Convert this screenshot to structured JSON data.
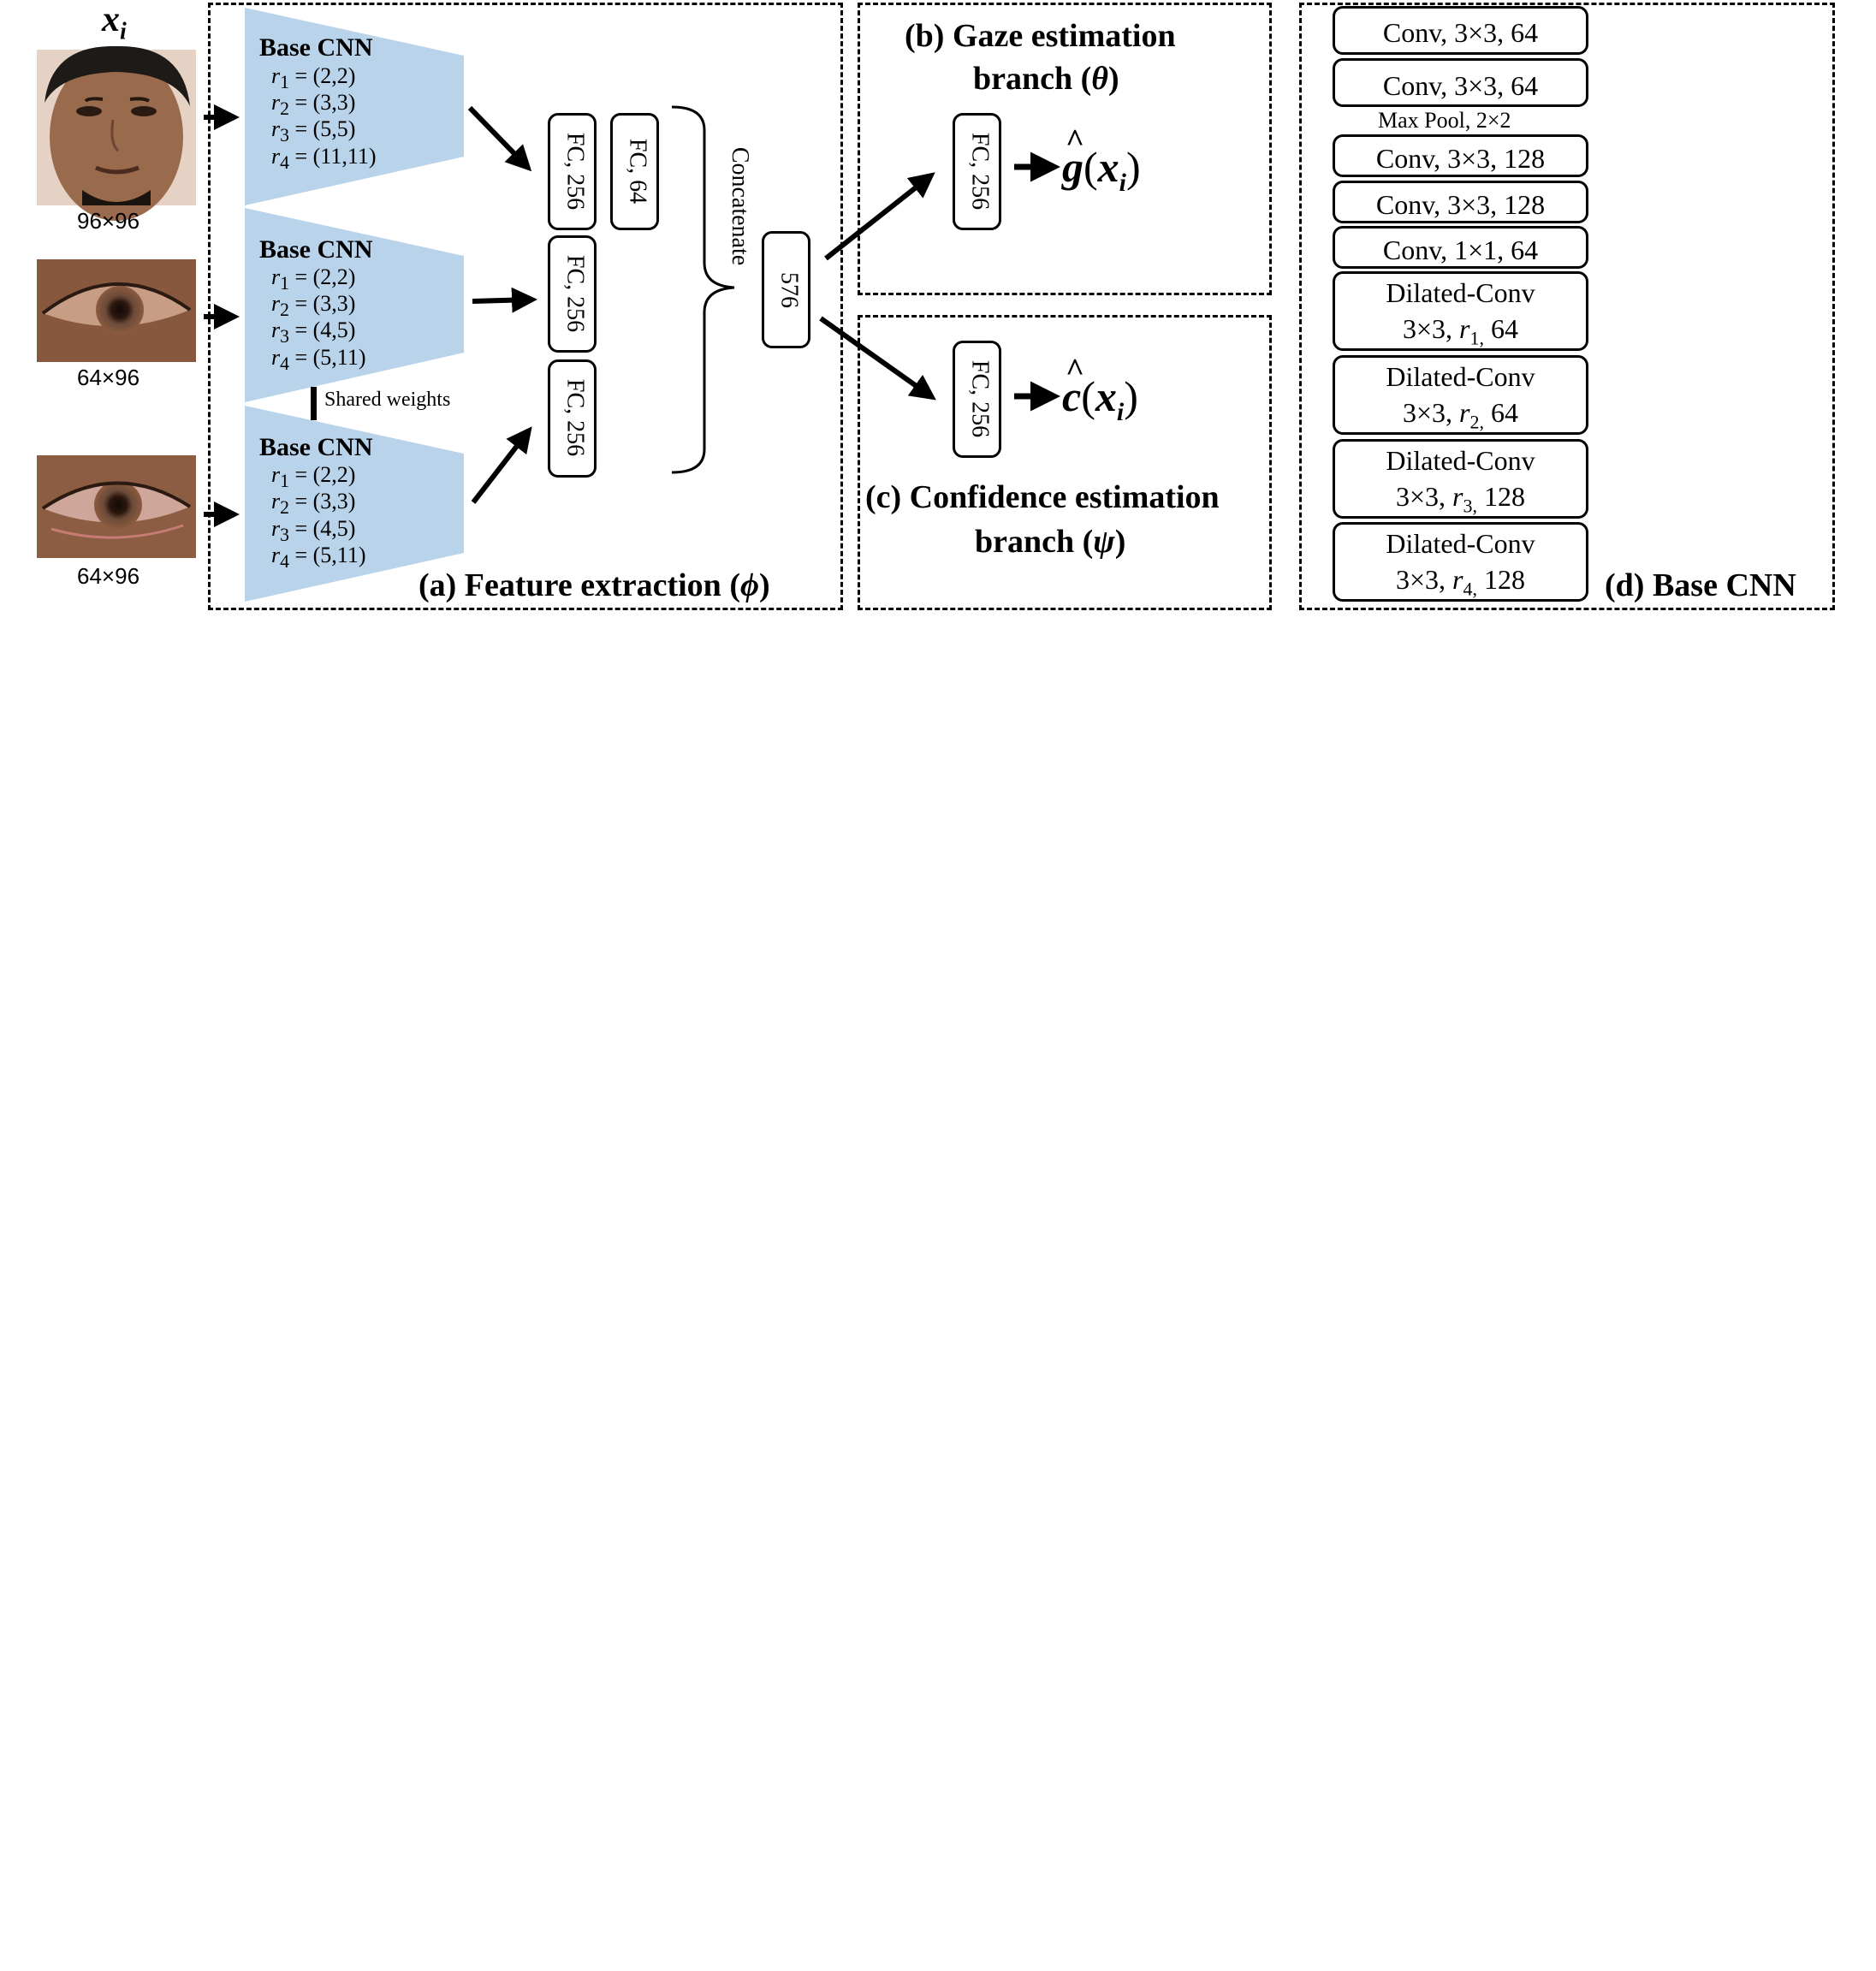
{
  "input": {
    "symbol": "x",
    "subscript": "i",
    "face_size": "96×96",
    "eye1_size": "64×96",
    "eye2_size": "64×96"
  },
  "feature_extraction": {
    "caption_prefix": "(a) Feature extraction (",
    "caption_symbol": "ϕ",
    "caption_suffix": ")",
    "base_cnns": [
      {
        "title": "Base CNN",
        "rates": [
          "(2,2)",
          "(3,3)",
          "(5,5)",
          "(11,11)"
        ]
      },
      {
        "title": "Base CNN",
        "rates": [
          "(2,2)",
          "(3,3)",
          "(4,5)",
          "(5,11)"
        ]
      },
      {
        "title": "Base CNN",
        "rates": [
          "(2,2)",
          "(3,3)",
          "(4,5)",
          "(5,11)"
        ]
      }
    ],
    "shared_weights": "Shared weights",
    "fc_face": "FC, 256",
    "fc_eye1": "FC, 256",
    "fc_eye2": "FC, 256",
    "fc_64": "FC, 64",
    "concatenate": "Concatenate",
    "concat_size": "576"
  },
  "gaze_branch": {
    "caption_line1": "(b) Gaze estimation",
    "caption_line2_prefix": "branch (",
    "caption_symbol": "θ",
    "caption_suffix": ")",
    "fc": "FC, 256",
    "output_symbol": "g",
    "output_hat": "^"
  },
  "confidence_branch": {
    "caption_line1": "(c) Confidence estimation",
    "caption_line2_prefix": "branch (",
    "caption_symbol": "ψ",
    "caption_suffix": ")",
    "fc": "FC, 256",
    "output_symbol": "c",
    "output_hat": "^"
  },
  "base_cnn_detail": {
    "caption": "(d) Base CNN",
    "layers": [
      "Conv, 3×3, 64",
      "Conv, 3×3, 64",
      "Conv, 3×3, 128",
      "Conv, 3×3, 128",
      "Conv, 1×1, 64"
    ],
    "maxpool": "Max Pool, 2×2",
    "dilated": [
      {
        "line1": "Dilated-Conv",
        "prefix": "3×3, ",
        "r": "r",
        "sub": "1,",
        "suffix": " 64"
      },
      {
        "line1": "Dilated-Conv",
        "prefix": "3×3, ",
        "r": "r",
        "sub": "2,",
        "suffix": " 64"
      },
      {
        "line1": "Dilated-Conv",
        "prefix": "3×3, ",
        "r": "r",
        "sub": "3,",
        "suffix": " 128"
      },
      {
        "line1": "Dilated-Conv",
        "prefix": "3×3, ",
        "r": "r",
        "sub": "4,",
        "suffix": " 128"
      }
    ]
  },
  "colors": {
    "trapezoid": "#b9d3ea",
    "skin": "#9a6a4c",
    "hair": "#1e1a17",
    "background_face": "#e9d4c6"
  }
}
